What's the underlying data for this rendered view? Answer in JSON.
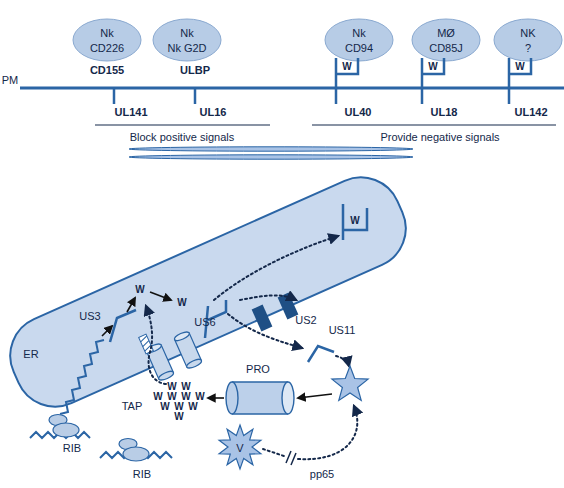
{
  "diagram": {
    "nodes": [
      {
        "text": [
          "Nk",
          "CD226"
        ]
      },
      {
        "text": [
          "Nk",
          "Nk G2D"
        ]
      },
      {
        "text": [
          "Nk",
          "CD94"
        ]
      },
      {
        "text": [
          "MØ",
          "CD85J"
        ]
      },
      {
        "text": [
          "NK",
          "?"
        ]
      },
      {
        "text": [
          "ER"
        ]
      },
      {
        "text": [
          "PRO"
        ]
      },
      {
        "text": [
          "V"
        ]
      }
    ],
    "labels": [
      "CD155",
      "ULBP",
      "PM",
      "UL141",
      "UL16",
      "UL40",
      "UL18",
      "UL142",
      "W",
      "W",
      "W",
      "Block positive signals",
      "Provide negative signals",
      "US3",
      "W",
      "W",
      "W",
      "US6",
      "US2",
      "US11",
      "TAP",
      "RIB",
      "RIB",
      "W",
      "W",
      "W",
      "W",
      "W",
      "W",
      "W",
      "W",
      "W",
      "W",
      "pp65"
    ]
  }
}
